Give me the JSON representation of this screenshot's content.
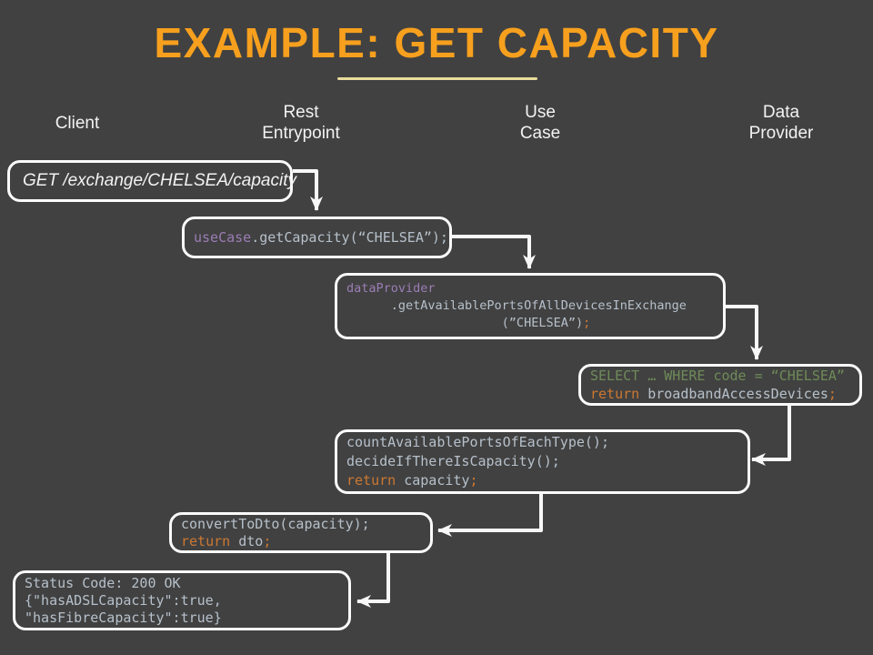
{
  "title": {
    "text": "EXAMPLE: GET CAPACITY"
  },
  "colors": {
    "background": "#414141",
    "title": "#F7A01E",
    "underline": "#E9DD9C",
    "header_text": "#F2F2F2",
    "box_border": "#FAFAFA",
    "arrow": "#F7F7F7"
  },
  "code_colors": {
    "plain": "#F2F2F2",
    "default": "#B6C0CA",
    "field": "#9B7DB5",
    "keyword": "#CC7832",
    "string": "#6E8B58"
  },
  "columns": [
    {
      "id": "client",
      "lines": [
        "Client"
      ]
    },
    {
      "id": "rest-entrypoint",
      "lines": [
        "Rest",
        "Entrypoint"
      ]
    },
    {
      "id": "use-case",
      "lines": [
        "Use",
        "Case"
      ]
    },
    {
      "id": "data-provider",
      "lines": [
        "Data",
        "Provider"
      ]
    }
  ],
  "boxes": [
    {
      "name": "client-request",
      "lines": [
        [
          {
            "t": "GET /exchange/CHELSEA/capacity",
            "c": "plain"
          }
        ]
      ]
    },
    {
      "name": "rest-entrypoint-call",
      "lines": [
        [
          {
            "t": "useCase",
            "c": "field"
          },
          {
            "t": ".getCapacity(“CHELSEA”);",
            "c": "default"
          }
        ]
      ]
    },
    {
      "name": "use-case-dataprovider-call",
      "lines": [
        [
          {
            "t": "dataProvider",
            "c": "field"
          }
        ],
        [
          {
            "t": "      .getAvailablePortsOfAllDevicesInExchange",
            "c": "default"
          }
        ],
        [
          {
            "t": "                     (”CHELSEA”)",
            "c": "default"
          },
          {
            "t": ";",
            "c": "keyword"
          }
        ]
      ]
    },
    {
      "name": "data-provider-query",
      "lines": [
        [
          {
            "t": "SELECT … WHERE code = “CHELSEA”",
            "c": "string"
          }
        ],
        [
          {
            "t": "return",
            "c": "keyword"
          },
          {
            "t": " broadbandAccessDevices",
            "c": "default"
          },
          {
            "t": ";",
            "c": "keyword"
          }
        ]
      ]
    },
    {
      "name": "use-case-capacity-logic",
      "lines": [
        [
          {
            "t": "countAvailablePortsOfEachType();",
            "c": "default"
          }
        ],
        [
          {
            "t": "decideIfThereIsCapacity();",
            "c": "default"
          }
        ],
        [
          {
            "t": "return",
            "c": "keyword"
          },
          {
            "t": " capacity",
            "c": "default"
          },
          {
            "t": ";",
            "c": "keyword"
          }
        ]
      ]
    },
    {
      "name": "rest-entrypoint-dto",
      "lines": [
        [
          {
            "t": "convertToDto(capacity);",
            "c": "default"
          }
        ],
        [
          {
            "t": "return",
            "c": "keyword"
          },
          {
            "t": " dto",
            "c": "default"
          },
          {
            "t": ";",
            "c": "keyword"
          }
        ]
      ]
    },
    {
      "name": "client-response",
      "lines": [
        [
          {
            "t": "Status Code: 200 OK",
            "c": "default"
          }
        ],
        [
          {
            "t": "{\"hasADSLCapacity\":true,",
            "c": "default"
          }
        ],
        [
          {
            "t": "\"hasFibreCapacity\":true}",
            "c": "default"
          }
        ]
      ]
    }
  ]
}
